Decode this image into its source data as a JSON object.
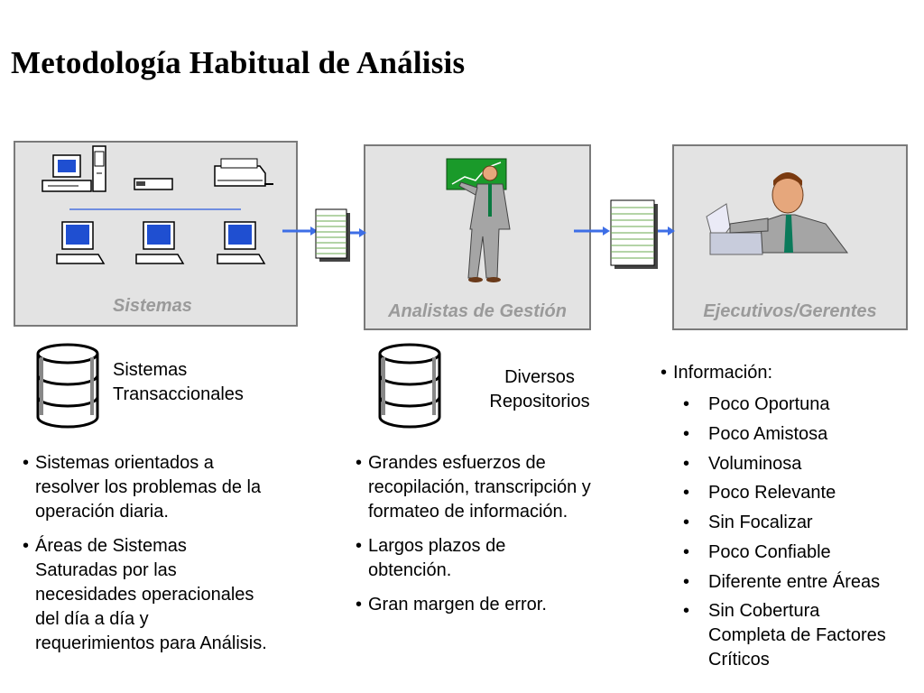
{
  "title": "Metodología Habitual de Análisis",
  "boxes": {
    "sistemas": "Sistemas",
    "analistas": "Analistas de Gestión",
    "ejecutivos": "Ejecutivos/Gerentes"
  },
  "repositories": {
    "left": [
      "Sistemas",
      "Transaccionales"
    ],
    "middle": [
      "Diversos",
      "Repositorios"
    ]
  },
  "left_bullets": [
    [
      "Sistemas orientados a",
      "resolver los problemas de la",
      "operación diaria."
    ],
    [
      "Áreas de Sistemas",
      "Saturadas por las",
      "necesidades operacionales",
      "del día a día y",
      "requerimientos para Análisis."
    ]
  ],
  "middle_bullets": [
    [
      "Grandes esfuerzos de",
      "recopilación, transcripción y",
      "formateo de información."
    ],
    [
      "Largos plazos de",
      "obtención."
    ],
    [
      "Gran margen de error."
    ]
  ],
  "info": {
    "heading": "Información:",
    "items": [
      "Poco Oportuna",
      "Poco Amistosa",
      "Voluminosa",
      "Poco Relevante",
      "Sin Focalizar",
      "Poco Confiable",
      "Diferente entre Áreas"
    ],
    "last_item": [
      "Sin Cobertura",
      "Completa de Factores",
      "Críticos"
    ]
  },
  "icons": [
    "computer-icon",
    "server-tower-icon",
    "modem-icon",
    "printer-icon",
    "monitor-icon",
    "report-stack-icon",
    "analyst-figure-icon",
    "chart-board-icon",
    "executive-figure-icon",
    "database-cylinder-icon",
    "flow-arrow-icon"
  ]
}
